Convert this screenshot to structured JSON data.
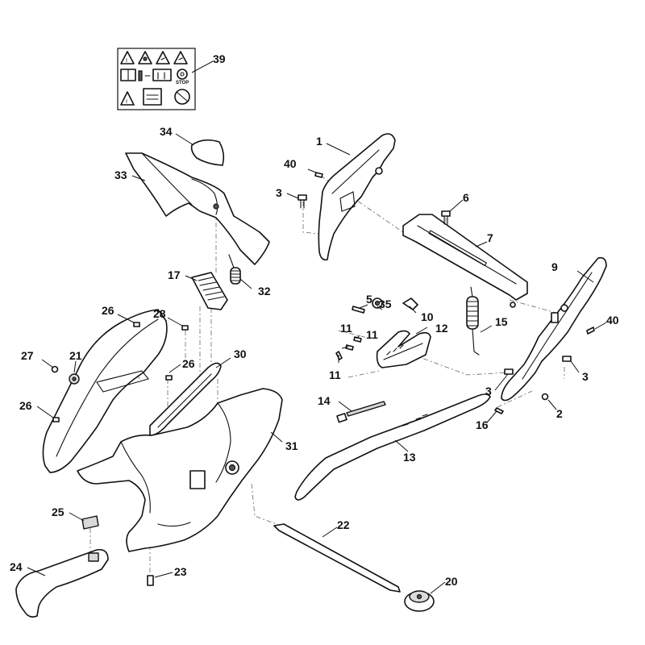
{
  "diagram": {
    "callouts": {
      "n1": "1",
      "n2": "2",
      "n3a": "3",
      "n3b": "3",
      "n3c": "3",
      "n5": "5",
      "n6": "6",
      "n7": "7",
      "n9": "9",
      "n10": "10",
      "n11a": "11",
      "n11b": "11",
      "n11c": "11",
      "n12": "12",
      "n13": "13",
      "n14": "14",
      "n15": "15",
      "n16": "16",
      "n17": "17",
      "n20": "20",
      "n21": "21",
      "n22": "22",
      "n23": "23",
      "n24": "24",
      "n25": "25",
      "n26a": "26",
      "n26b": "26",
      "n26c": "26",
      "n27": "27",
      "n28": "28",
      "n30": "30",
      "n31": "31",
      "n32": "32",
      "n33": "33",
      "n34": "34",
      "n35": "35",
      "n39": "39",
      "n40a": "40",
      "n40b": "40"
    },
    "safety_label": {
      "stop_text": "STOP"
    }
  }
}
